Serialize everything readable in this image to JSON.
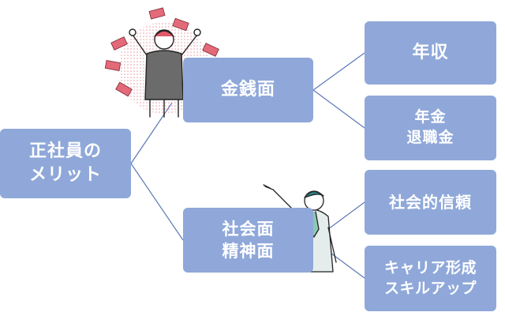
{
  "root": {
    "lines": [
      "正社員の",
      "メリット"
    ]
  },
  "branches": [
    {
      "label_lines": [
        "金銭面"
      ],
      "children": [
        {
          "lines": [
            "年収"
          ]
        },
        {
          "lines": [
            "年金",
            "退職金"
          ]
        }
      ]
    },
    {
      "label_lines": [
        "社会面",
        "精神面"
      ],
      "children": [
        {
          "lines": [
            "社会的信頼"
          ]
        },
        {
          "lines": [
            "キャリア形成",
            "スキルアップ"
          ]
        }
      ]
    }
  ],
  "colors": {
    "node_fill": "#8fa8d9",
    "node_text": "#ffffff",
    "connector": "#5b79b8"
  },
  "illustrations": [
    "celebrating-man-with-money-illustration",
    "pointing-businessman-illustration"
  ]
}
